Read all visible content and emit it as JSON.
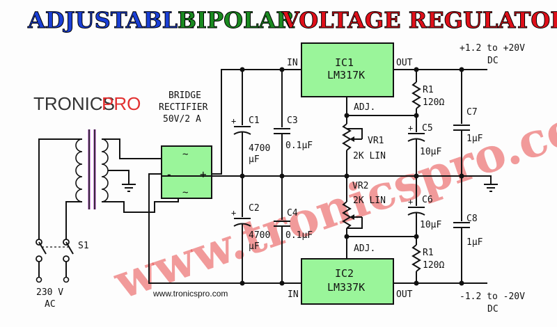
{
  "title": {
    "word1": "ADJUSTABLE",
    "word2": "BIPOLAR",
    "word3": "VOLTAGE REGULATOR"
  },
  "colors": {
    "word1": "#1a3fd6",
    "word2": "#1a8a20",
    "word3": "#e0101a",
    "ic_fill": "#9af59a",
    "bridge_fill": "#9af59a",
    "watermark": "#e84848",
    "brand_pro": "#e23030"
  },
  "brand": {
    "tronics": "TRONICS",
    "pro": "PRO"
  },
  "labels": {
    "bridge": [
      "BRIDGE",
      "RECTIFIER",
      "50V/2 A"
    ],
    "ic1": "IC1",
    "ic1_part": "LM317K",
    "ic2": "IC2",
    "ic2_part": "LM337K",
    "in_top": "IN",
    "out_top": "OUT",
    "in_bottom": "IN",
    "out_bottom": "OUT",
    "adj_top": "ADJ.",
    "adj_bottom": "ADJ.",
    "pos_out": "+1.2 to +20V",
    "pos_dc": "DC",
    "neg_out": "-1.2 to -20V",
    "neg_dc": "DC",
    "c1": "C1",
    "c1_val": [
      "4700",
      "µF"
    ],
    "c2": "C2",
    "c2_val": [
      "4700",
      "µF"
    ],
    "c3": "C3",
    "c3_val": "0.1µF",
    "c4": "C4",
    "c4_val": "0.1µF",
    "c5": "C5",
    "c5_val": "10µF",
    "c6": "C6",
    "c6_val": "10µF",
    "c7": "C7",
    "c7_val": "1µF",
    "c8": "C8",
    "c8_val": "1µF",
    "r1_top": "R1",
    "r1_top_val": "120Ω",
    "r1_bottom": "R1",
    "r1_bottom_val": "120Ω",
    "vr1": "VR1",
    "vr1_val": "2K LIN",
    "vr2": "VR2",
    "vr2_val": "2K LIN",
    "s1": "S1",
    "mains": [
      "230 V",
      "AC"
    ],
    "website": "www.tronicspro.com",
    "watermark": "www.tronicspro.com",
    "bridge_tilde_top": "~",
    "bridge_tilde_bottom": "~",
    "bridge_minus": "-",
    "bridge_plus": "+",
    "cap_plus": "+"
  }
}
